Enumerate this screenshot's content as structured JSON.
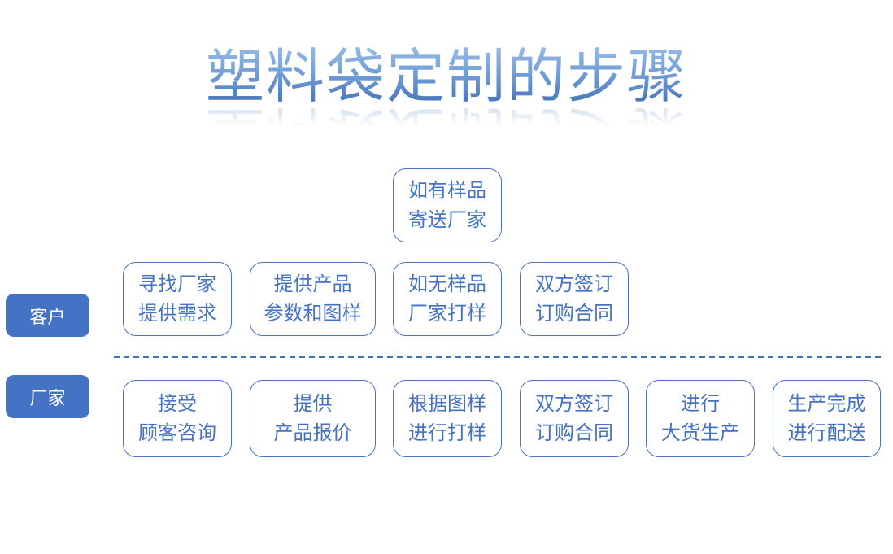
{
  "title": "塑料袋定制的步骤",
  "colors": {
    "accent": "#4472c4",
    "box_border": "#4a72bc",
    "box_text": "#4472c4",
    "divider": "#4a6fae",
    "title_grad_top": "#9dbfe8",
    "title_grad_mid": "#6f9cd6",
    "title_grad_bottom": "#3d6ab1"
  },
  "diagram": {
    "optional_step": "如有样品\n寄送厂家",
    "customer_lane": {
      "label": "客户",
      "steps": [
        "寻找厂家\n提供需求",
        "提供产品\n参数和图样",
        "如无样品\n厂家打样",
        "双方签订\n订购合同"
      ]
    },
    "factory_lane": {
      "label": "厂家",
      "steps": [
        "接受\n顾客咨询",
        "提供\n产品报价",
        "根据图样\n进行打样",
        "双方签订\n订购合同",
        "进行\n大货生产",
        "生产完成\n进行配送"
      ]
    }
  }
}
